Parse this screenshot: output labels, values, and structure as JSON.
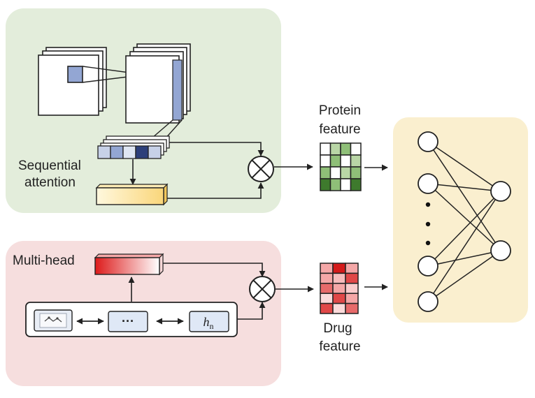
{
  "labels": {
    "sequential": "Sequential",
    "attention": "attention",
    "multi_head": "Multi-head",
    "protein": "Protein",
    "protein_feature": "feature",
    "drug": "Drug",
    "drug_feature": "feature",
    "ellipsis": "···",
    "hn_symbol": "h",
    "hn_subscript": "n"
  },
  "colors": {
    "protein_panel": "#e3eddb",
    "drug_panel": "#f6dede",
    "output_panel": "#faefcf",
    "conv_highlight": "#93a6d3",
    "conv_highlight_dark": "#2d3f7a",
    "attention_bar_light": "#fff8de",
    "attention_bar_dark": "#fad67a",
    "drug_bar_dark": "#dd1a1a",
    "drug_bar_light": "#ffffff",
    "token_box": "#dfe8f6",
    "line": "#222222"
  },
  "protein_matrix": [
    [
      "#ffffff",
      "#b9d6a6",
      "#8fbf78",
      "#ffffff"
    ],
    [
      "#ffffff",
      "#8fbf78",
      "#ffffff",
      "#b9d6a6"
    ],
    [
      "#8fbf78",
      "#ffffff",
      "#b9d6a6",
      "#8fbf78"
    ],
    [
      "#3e7a2d",
      "#8fbf78",
      "#ffffff",
      "#3e7a2d"
    ]
  ],
  "drug_matrix": [
    [
      "#f4a7a7",
      "#d41a1a",
      "#f4a7a7"
    ],
    [
      "#f4a7a7",
      "#f6bcbc",
      "#e04848"
    ],
    [
      "#e76a6a",
      "#f4a7a7",
      "#f9cccc"
    ],
    [
      "#fbdada",
      "#e04848",
      "#f4a7a7"
    ],
    [
      "#e04848",
      "#fbdada",
      "#e76a6a"
    ]
  ],
  "network": {
    "input_nodes": 4,
    "output_nodes": 2,
    "ellipsis_dots": 3
  }
}
